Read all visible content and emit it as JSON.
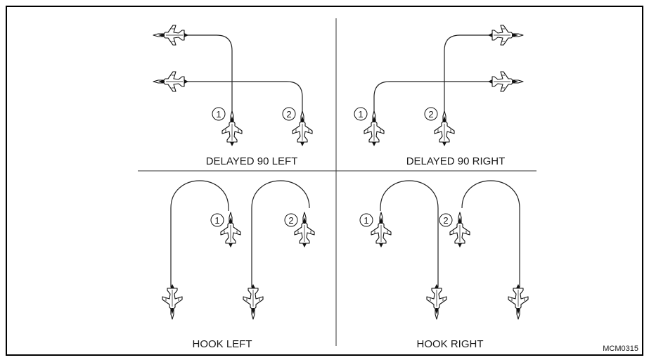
{
  "panels": {
    "delayed_left": {
      "label": "DELAYED 90 LEFT",
      "markers": [
        "1",
        "2"
      ]
    },
    "delayed_right": {
      "label": "DELAYED 90 RIGHT",
      "markers": [
        "1",
        "2"
      ]
    },
    "hook_left": {
      "label": "HOOK LEFT",
      "markers": [
        "1",
        "2"
      ]
    },
    "hook_right": {
      "label": "HOOK RIGHT",
      "markers": [
        "1",
        "2"
      ]
    }
  },
  "figure_id": "MCM0315",
  "icons": {
    "aircraft": "fighter-jet-icon",
    "marker": "numbered-circle-icon"
  },
  "colors": {
    "ink": "#222222",
    "frame": "#000000",
    "background": "#ffffff"
  }
}
